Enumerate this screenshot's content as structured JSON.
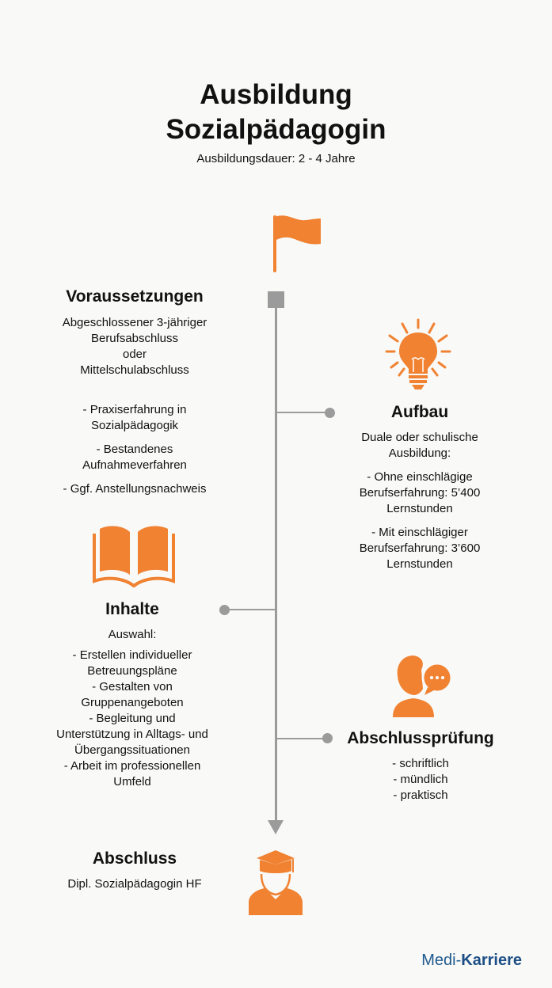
{
  "header": {
    "title_line1": "Ausbildung",
    "title_line2": "Sozialpädagogin",
    "subtitle": "Ausbildungsdauer: 2 - 4 Jahre"
  },
  "colors": {
    "accent": "#f08232",
    "timeline": "#9b9b9b",
    "background": "#f9f9f7",
    "logo": "#1d5a8e"
  },
  "icons": {
    "start": "flag-icon",
    "aufbau": "lightbulb-icon",
    "inhalte": "book-icon",
    "pruefung": "person-speech-bubble-icon",
    "abschluss": "graduate-icon"
  },
  "voraussetzungen": {
    "heading": "Voraussetzungen",
    "lines": [
      "Abgeschlossener 3-jähriger",
      "Berufsabschluss",
      "oder",
      "Mittelschulabschluss"
    ],
    "items": [
      [
        "- Praxiserfahrung in",
        "Sozialpädagogik"
      ],
      [
        "- Bestandenes",
        "Aufnahmeverfahren"
      ],
      [
        "- Ggf. Anstellungsnachweis"
      ]
    ]
  },
  "aufbau": {
    "heading": "Aufbau",
    "lines": [
      "Duale oder schulische",
      "Ausbildung:"
    ],
    "items": [
      [
        "-    Ohne einschlägige",
        "Berufserfahrung: 5’400",
        "Lernstunden"
      ],
      [
        "-    Mit einschlägiger",
        "Berufserfahrung: 3’600",
        "Lernstunden"
      ]
    ]
  },
  "inhalte": {
    "heading": "Inhalte",
    "intro": "Auswahl:",
    "lines": [
      "-  Erstellen individueller",
      "Betreuungspläne",
      "- Gestalten von",
      "Gruppenangeboten",
      "- Begleitung und",
      "Unterstützung in Alltags- und",
      "Übergangssituationen",
      "- Arbeit im professionellen",
      "Umfeld"
    ]
  },
  "pruefung": {
    "heading": "Abschlussprüfung",
    "lines": [
      "- schriftlich",
      "- mündlich",
      "- praktisch"
    ]
  },
  "abschluss": {
    "heading": "Abschluss",
    "text": "Dipl. Sozialpädagogin HF"
  },
  "logo": {
    "part1": "Medi-",
    "part2": "Karriere"
  }
}
